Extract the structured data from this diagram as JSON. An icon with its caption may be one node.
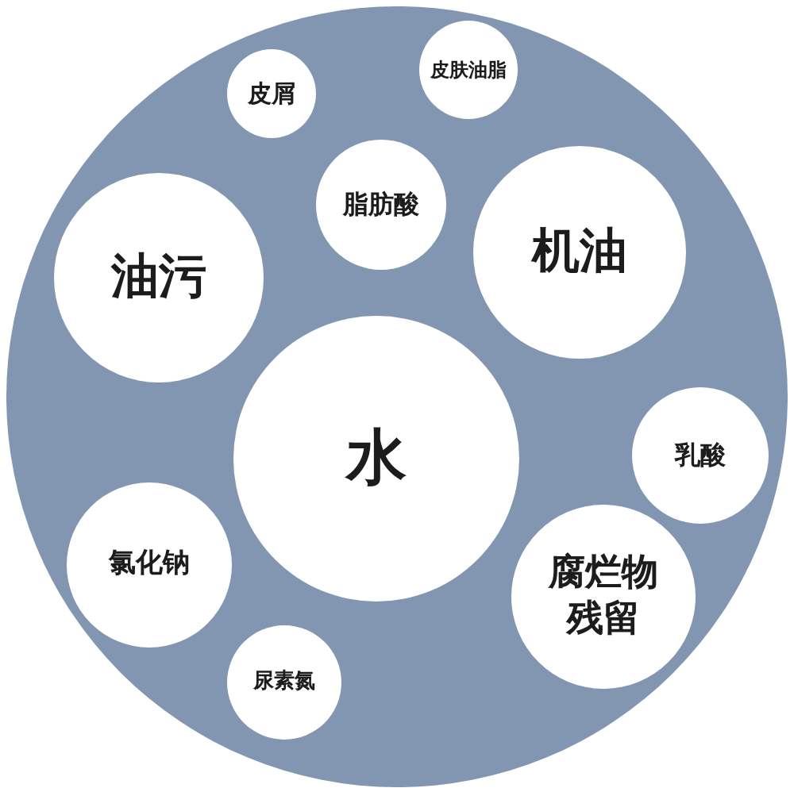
{
  "diagram": {
    "nodes": [
      {
        "text": [],
        "shape": "circle"
      },
      {
        "text": [
          "皮屑"
        ],
        "in": 0
      },
      {
        "text": [
          "皮肤油脂"
        ],
        "in": 0
      },
      {
        "text": [
          "脂肪酸"
        ],
        "in": 0
      },
      {
        "text": [
          "油污"
        ],
        "in": 0
      },
      {
        "text": [
          "机油"
        ],
        "in": 0
      },
      {
        "text": [
          "水"
        ],
        "in": 0
      },
      {
        "text": [
          "乳酸"
        ],
        "in": 0
      },
      {
        "text": [
          "氯化钠"
        ],
        "in": 0
      },
      {
        "text": [
          "腐烂物残留"
        ],
        "in": 0
      },
      {
        "text": [
          "尿素氮"
        ],
        "in": 0
      }
    ]
  }
}
